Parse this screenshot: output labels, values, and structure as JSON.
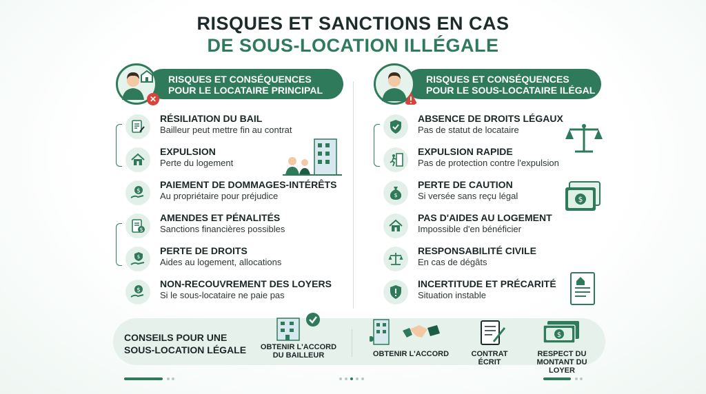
{
  "title": {
    "line1": "RISQUES ET SANCTIONS EN CAS",
    "line2": "DE SOUS-LOCATION ILLÉGALE"
  },
  "left": {
    "header_line1": "RISQUES ET CONSÉQUENCES",
    "header_line2": "POUR LE LOCATAIRE PRINCIPAL",
    "items": [
      {
        "title": "Résiliation du bail",
        "desc": "Bailleur peut mettre fin au contrat",
        "icon": "document-pen-icon"
      },
      {
        "title": "Expulsion",
        "desc": "Perte du logement",
        "icon": "house-icon"
      },
      {
        "title": "Paiement de dommages-intérêts",
        "desc": "Au propriétaire pour préjudice",
        "icon": "hand-coin-icon"
      },
      {
        "title": "Amendes et pénalités",
        "desc": "Sanctions financières possibles",
        "icon": "clipboard-coin-icon"
      },
      {
        "title": "Perte de droits",
        "desc": "Aides au logement, allocations",
        "icon": "hand-shield-icon"
      },
      {
        "title": "Non-recouvrement des loyers",
        "desc": "Si le sous-locataire ne paie pas",
        "icon": "hand-coin-icon"
      }
    ]
  },
  "right": {
    "header_line1": "RISQUES ET CONSÉQUENCES",
    "header_line2": "POUR LE SOUS-LOCATAIRE ILÉGAL",
    "items": [
      {
        "title": "Absence de droits légaux",
        "desc": "Pas de statut de locataire",
        "icon": "shield-check-icon"
      },
      {
        "title": "Expulsion rapide",
        "desc": "Pas de protection contre l'expulsion",
        "icon": "running-exit-icon"
      },
      {
        "title": "Perte de caution",
        "desc": "Si versée sans reçu légal",
        "icon": "money-bag-icon"
      },
      {
        "title": "Pas d'aides au logement",
        "desc": "Impossible d'en bénéficier",
        "icon": "house-icon"
      },
      {
        "title": "Responsabilité civile",
        "desc": "En cas de dégâts",
        "icon": "scales-icon"
      },
      {
        "title": "Incertitude et précarité",
        "desc": "Situation instable",
        "icon": "shield-alert-icon"
      }
    ]
  },
  "tips": {
    "title_line1": "CONSEILS POUR UNE",
    "title_line2": "SOUS-LOCATION LÉGALE",
    "items": [
      {
        "line1": "OBTENIR L'ACCORD",
        "line2": "DU BAILLEUR"
      },
      {
        "line1": "OBTENIR L'ACCORD",
        "line2": ""
      },
      {
        "line1": "CONTRAT",
        "line2": "ÉCRIT"
      },
      {
        "line1": "RESPECT DU",
        "line2": "MONTANT DU LOYER"
      }
    ]
  },
  "colors": {
    "accent": "#2e7a5a",
    "danger": "#d9443a",
    "light": "#e3f0ea"
  }
}
